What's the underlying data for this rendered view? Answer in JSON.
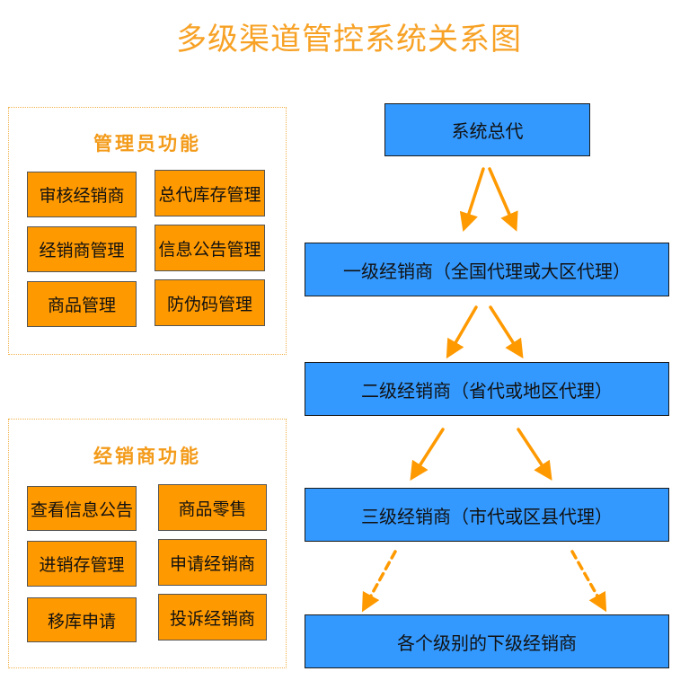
{
  "title": "多级渠道管控系统关系图",
  "admin_panel": {
    "title": "管理员功能",
    "items": [
      "审核经销商",
      "总代库存管理",
      "经销商管理",
      "信息公告管理",
      "商品管理",
      "防伪码管理"
    ]
  },
  "dealer_panel": {
    "title": "经销商功能",
    "items": [
      "查看信息公告",
      "商品零售",
      "进销存管理",
      "申请经销商",
      "移库申请",
      "投诉经销商"
    ]
  },
  "hierarchy": {
    "levels": [
      "系统总代",
      "一级经销商（全国代理或大区代理）",
      "二级经销商（省代或地区代理）",
      "三级经销商（市代或区县代理）",
      "各个级别的下级经销商"
    ]
  },
  "colors": {
    "title": "#F7A226",
    "function_box": "#FF9900",
    "level_box": "#3399FF",
    "arrow": "#FF9900"
  }
}
